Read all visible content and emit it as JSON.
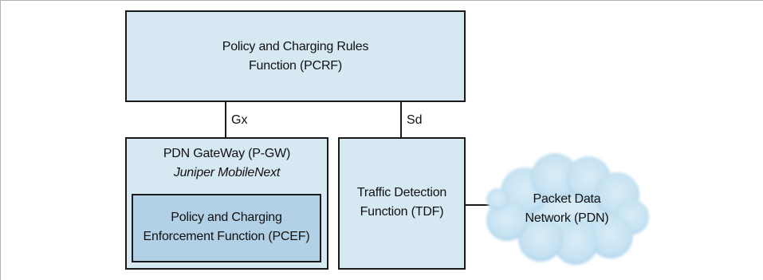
{
  "pcrf": {
    "line1": "Policy and Charging Rules",
    "line2": "Function (PCRF)"
  },
  "interfaces": {
    "gx": "Gx",
    "sd": "Sd"
  },
  "pgw": {
    "line1": "PDN GateWay (P-GW)",
    "line2": "Juniper MobileNext"
  },
  "pcef": {
    "line1": "Policy and Charging",
    "line2": "Enforcement Function (PCEF)"
  },
  "tdf": {
    "line1": "Traffic Detection",
    "line2": "Function (TDF)"
  },
  "pdn": {
    "line1": "Packet Data",
    "line2": "Network (PDN)"
  },
  "colors": {
    "box_fill": "#d6e8f2",
    "pcef_fill": "#b2d1e6",
    "border": "#1a1a1a"
  }
}
